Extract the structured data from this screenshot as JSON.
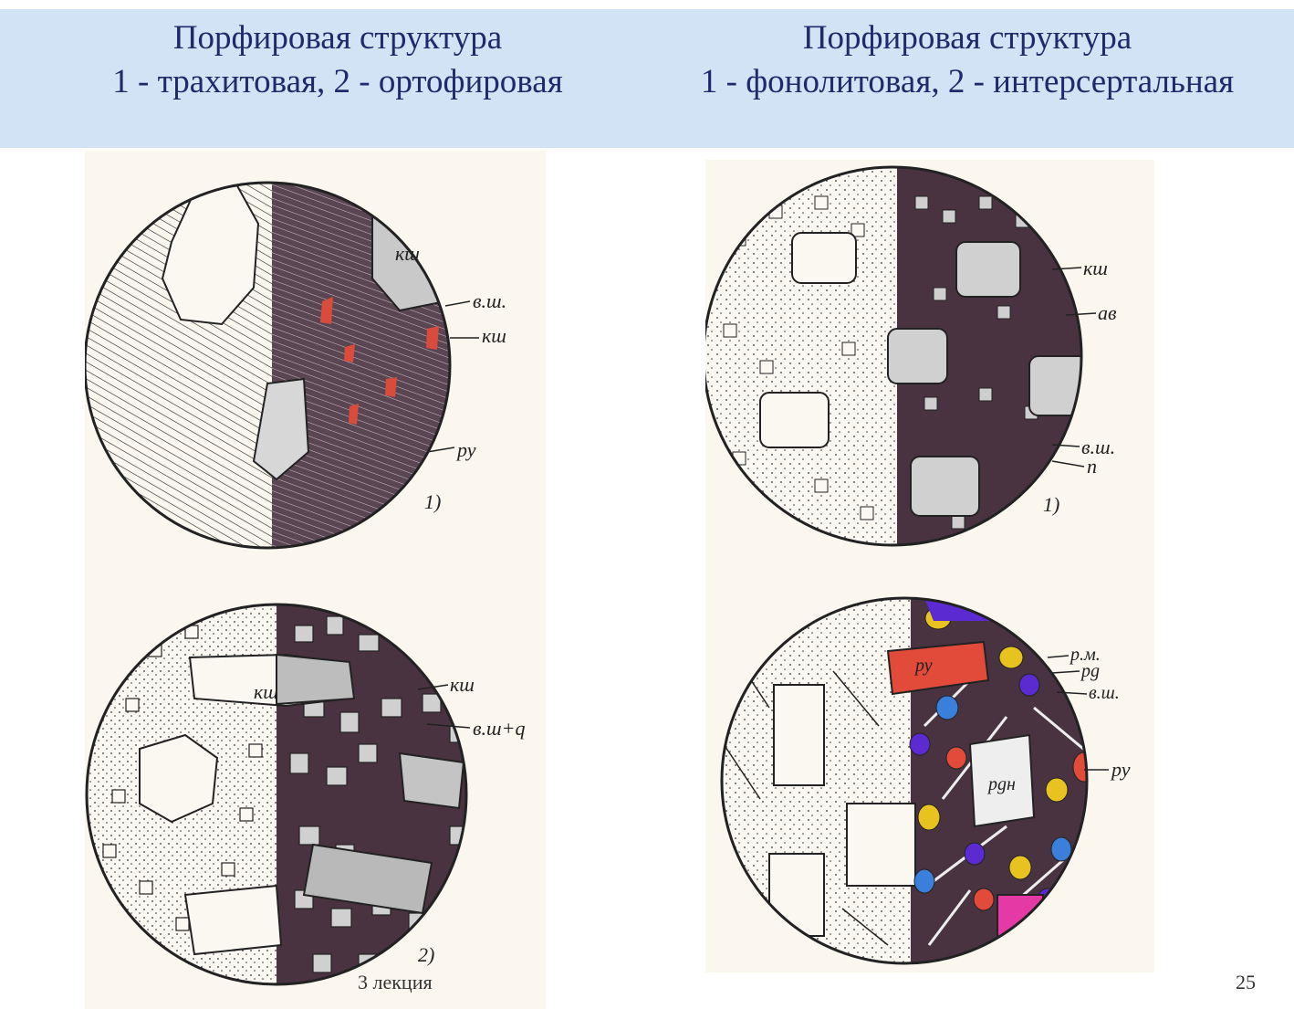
{
  "header": {
    "left_title_line1": "Порфировая структура",
    "left_title_line2": "1 - трахитовая, 2 - ортофировая",
    "right_title_line1": "Порфировая структура",
    "right_title_line2": "1 - фонолитовая, 2 - интерсертальная"
  },
  "left_panel": {
    "top_labels": {
      "ksh_inner": "кш",
      "vsh": "в.ш.",
      "ksh": "кш",
      "ru": "ру",
      "number": "1)"
    },
    "bottom_labels": {
      "ksh_inner": "кш",
      "ksh": "кш",
      "vshq": "в.ш+q",
      "number": "2)"
    }
  },
  "right_panel": {
    "top_labels": {
      "ksh": "кш",
      "av": "ав",
      "vsh": "в.ш.",
      "p": "п",
      "number": "1)"
    },
    "bottom_labels": {
      "ru_inner": "ру",
      "rm": "р.м.",
      "rd": "рg",
      "vsh": "в.ш.",
      "ru": "ру",
      "rdn": "рgн"
    }
  },
  "footer": {
    "lecture": "3 лекция",
    "page": "25"
  },
  "colors": {
    "header_bg": "#d2e3f5",
    "title_text": "#1f2a6b",
    "dark_matrix": "#4a3340"
  }
}
